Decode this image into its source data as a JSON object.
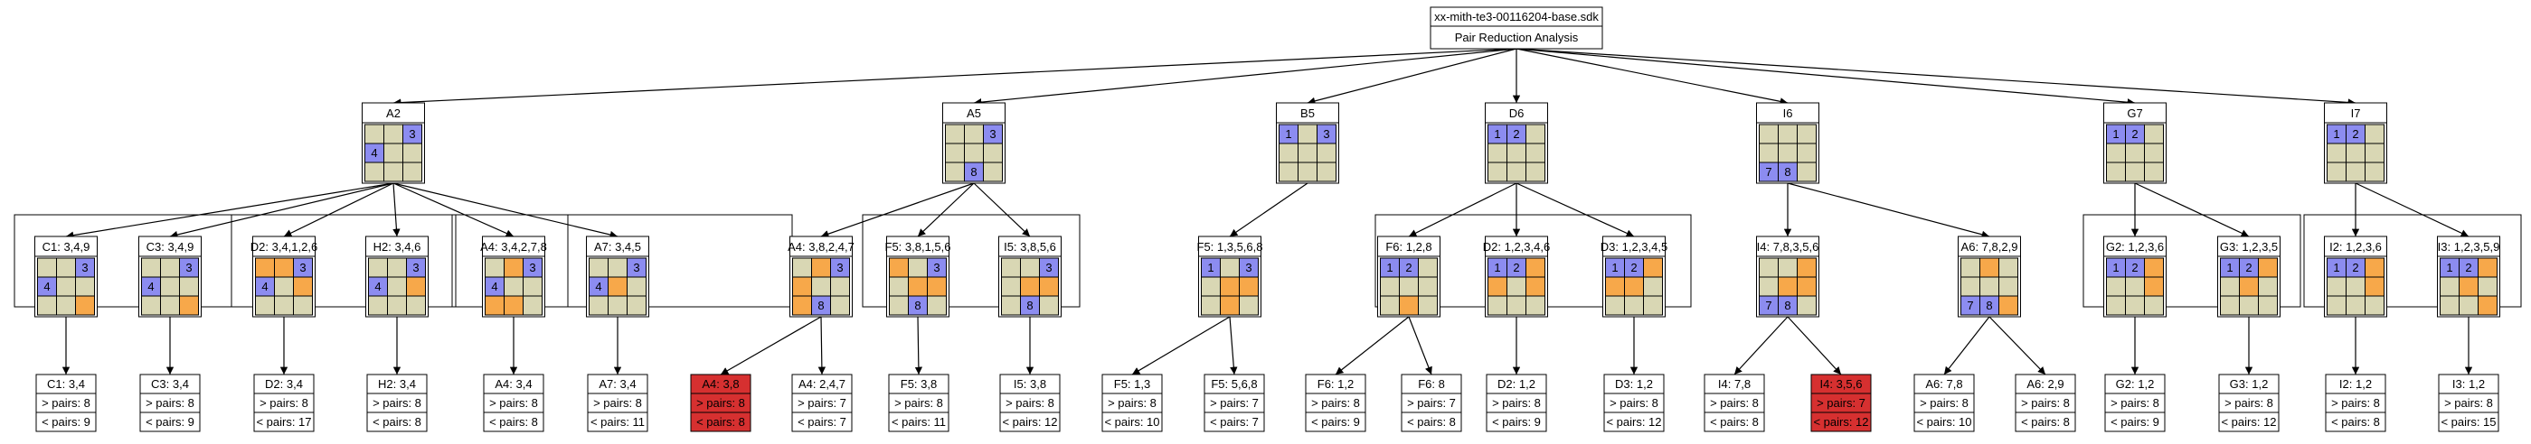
{
  "colors": {
    "tan": "#d9d7b4",
    "blue": "#8c8cf0",
    "orange": "#f7a84a",
    "red": "#d63030",
    "line": "#000000",
    "cluster": "#000000"
  },
  "root": {
    "title": "xx-mith-te3-00116204-base.sdk",
    "subtitle": "Pair Reduction Analysis"
  },
  "level1": [
    {
      "id": "A2",
      "label": "A2",
      "grid": [
        "t",
        "t",
        "b3",
        "b4",
        "t",
        "t",
        "t",
        "t",
        "t"
      ]
    },
    {
      "id": "A5",
      "label": "A5",
      "grid": [
        "t",
        "t",
        "b3",
        "t",
        "t",
        "t",
        "t",
        "b8",
        "t"
      ]
    },
    {
      "id": "B5",
      "label": "B5",
      "grid": [
        "b1",
        "t",
        "b3",
        "t",
        "t",
        "t",
        "t",
        "t",
        "t"
      ]
    },
    {
      "id": "D6",
      "label": "D6",
      "grid": [
        "b1",
        "b2",
        "t",
        "t",
        "t",
        "t",
        "t",
        "t",
        "t"
      ]
    },
    {
      "id": "I6",
      "label": "I6",
      "grid": [
        "t",
        "t",
        "t",
        "t",
        "t",
        "t",
        "b7",
        "b8",
        "t"
      ]
    },
    {
      "id": "G7",
      "label": "G7",
      "grid": [
        "b1",
        "b2",
        "t",
        "t",
        "t",
        "t",
        "t",
        "t",
        "t"
      ]
    },
    {
      "id": "I7",
      "label": "I7",
      "grid": [
        "b1",
        "b2",
        "t",
        "t",
        "t",
        "t",
        "t",
        "t",
        "t"
      ]
    }
  ],
  "level2": [
    {
      "id": "C1",
      "parent": "A2",
      "label": "C1: 3,4,9",
      "grid": [
        "t",
        "t",
        "b3",
        "b4",
        "t",
        "t",
        "t",
        "t",
        "o"
      ]
    },
    {
      "id": "C3",
      "parent": "A2",
      "label": "C3: 3,4,9",
      "grid": [
        "t",
        "t",
        "b3",
        "b4",
        "t",
        "t",
        "t",
        "t",
        "o"
      ]
    },
    {
      "id": "D2a",
      "parent": "A2",
      "label": "D2: 3,4,1,2,6",
      "grid": [
        "o",
        "o",
        "b3",
        "b4",
        "t",
        "o",
        "t",
        "t",
        "t"
      ]
    },
    {
      "id": "H2",
      "parent": "A2",
      "label": "H2: 3,4,6",
      "grid": [
        "t",
        "t",
        "b3",
        "b4",
        "t",
        "o",
        "t",
        "t",
        "t"
      ]
    },
    {
      "id": "A4a",
      "parent": "A2",
      "label": "A4: 3,4,2,7,8",
      "grid": [
        "t",
        "o",
        "b3",
        "b4",
        "t",
        "t",
        "o",
        "o",
        "t"
      ]
    },
    {
      "id": "A7",
      "parent": "A2",
      "label": "A7: 3,4,5",
      "grid": [
        "t",
        "t",
        "b3",
        "b4",
        "o",
        "t",
        "t",
        "t",
        "t"
      ]
    },
    {
      "id": "A4b",
      "parent": "A5",
      "label": "A4: 3,8,2,4,7",
      "grid": [
        "t",
        "o",
        "b3",
        "o",
        "t",
        "t",
        "o",
        "b8",
        "t"
      ]
    },
    {
      "id": "F5a",
      "parent": "A5",
      "label": "F5: 3,8,1,5,6",
      "grid": [
        "o",
        "t",
        "b3",
        "t",
        "o",
        "o",
        "t",
        "b8",
        "t"
      ]
    },
    {
      "id": "I5",
      "parent": "A5",
      "label": "I5: 3,8,5,6",
      "grid": [
        "t",
        "t",
        "b3",
        "t",
        "o",
        "o",
        "t",
        "b8",
        "t"
      ]
    },
    {
      "id": "F5b",
      "parent": "B5",
      "label": "F5: 1,3,5,6,8",
      "grid": [
        "b1",
        "t",
        "b3",
        "t",
        "o",
        "o",
        "t",
        "o",
        "t"
      ]
    },
    {
      "id": "F6",
      "parent": "D6",
      "label": "F6: 1,2,8",
      "grid": [
        "b1",
        "b2",
        "t",
        "t",
        "t",
        "t",
        "t",
        "o",
        "t"
      ]
    },
    {
      "id": "D2b",
      "parent": "D6",
      "label": "D2: 1,2,3,4,6",
      "grid": [
        "b1",
        "b2",
        "o",
        "o",
        "t",
        "o",
        "t",
        "t",
        "t"
      ]
    },
    {
      "id": "D3",
      "parent": "D6",
      "label": "D3: 1,2,3,4,5",
      "grid": [
        "b1",
        "b2",
        "o",
        "o",
        "o",
        "t",
        "t",
        "t",
        "t"
      ]
    },
    {
      "id": "I4",
      "parent": "I6",
      "label": "I4: 7,8,3,5,6",
      "grid": [
        "t",
        "t",
        "o",
        "t",
        "o",
        "o",
        "b7",
        "b8",
        "t"
      ]
    },
    {
      "id": "A6",
      "parent": "I6",
      "label": "A6: 7,8,2,9",
      "grid": [
        "t",
        "o",
        "t",
        "t",
        "t",
        "t",
        "b7",
        "b8",
        "o"
      ]
    },
    {
      "id": "G2",
      "parent": "G7",
      "label": "G2: 1,2,3,6",
      "grid": [
        "b1",
        "b2",
        "o",
        "t",
        "t",
        "o",
        "t",
        "t",
        "t"
      ]
    },
    {
      "id": "G3",
      "parent": "G7",
      "label": "G3: 1,2,3,5",
      "grid": [
        "b1",
        "b2",
        "o",
        "t",
        "o",
        "t",
        "t",
        "t",
        "t"
      ]
    },
    {
      "id": "I2",
      "parent": "I7",
      "label": "I2: 1,2,3,6",
      "grid": [
        "b1",
        "b2",
        "o",
        "t",
        "t",
        "o",
        "t",
        "t",
        "t"
      ]
    },
    {
      "id": "I3",
      "parent": "I7",
      "label": "I3: 1,2,3,5,9",
      "grid": [
        "b1",
        "b2",
        "o",
        "t",
        "o",
        "t",
        "t",
        "t",
        "o"
      ]
    }
  ],
  "leaves": [
    {
      "parent": "C1",
      "title": "C1: 3,4",
      "gt": "> pairs: 8",
      "lt": "< pairs: 9",
      "red": false
    },
    {
      "parent": "C3",
      "title": "C3: 3,4",
      "gt": "> pairs: 8",
      "lt": "< pairs: 9",
      "red": false
    },
    {
      "parent": "D2a",
      "title": "D2: 3,4",
      "gt": "> pairs: 8",
      "lt": "< pairs: 17",
      "red": false
    },
    {
      "parent": "H2",
      "title": "H2: 3,4",
      "gt": "> pairs: 8",
      "lt": "< pairs: 8",
      "red": false
    },
    {
      "parent": "A4a",
      "title": "A4: 3,4",
      "gt": "> pairs: 8",
      "lt": "< pairs: 8",
      "red": false
    },
    {
      "parent": "A7",
      "title": "A7: 3,4",
      "gt": "> pairs: 8",
      "lt": "< pairs: 11",
      "red": false
    },
    {
      "parent": "A4b",
      "title": "A4: 3,8",
      "gt": "> pairs: 8",
      "lt": "< pairs: 8",
      "red": true
    },
    {
      "parent": "A4b",
      "title": "A4: 2,4,7",
      "gt": "> pairs: 7",
      "lt": "< pairs: 7",
      "red": false
    },
    {
      "parent": "F5a",
      "title": "F5: 3,8",
      "gt": "> pairs: 8",
      "lt": "< pairs: 11",
      "red": false
    },
    {
      "parent": "I5",
      "title": "I5: 3,8",
      "gt": "> pairs: 8",
      "lt": "< pairs: 12",
      "red": false
    },
    {
      "parent": "F5b",
      "title": "F5: 1,3",
      "gt": "> pairs: 8",
      "lt": "< pairs: 10",
      "red": false
    },
    {
      "parent": "F5b",
      "title": "F5: 5,6,8",
      "gt": "> pairs: 7",
      "lt": "< pairs: 7",
      "red": false
    },
    {
      "parent": "F6",
      "title": "F6: 1,2",
      "gt": "> pairs: 8",
      "lt": "< pairs: 9",
      "red": false
    },
    {
      "parent": "F6",
      "title": "F6: 8",
      "gt": "> pairs: 7",
      "lt": "< pairs: 8",
      "red": false
    },
    {
      "parent": "D2b",
      "title": "D2: 1,2",
      "gt": "> pairs: 8",
      "lt": "< pairs: 9",
      "red": false
    },
    {
      "parent": "D3",
      "title": "D3: 1,2",
      "gt": "> pairs: 8",
      "lt": "< pairs: 12",
      "red": false
    },
    {
      "parent": "I4",
      "title": "I4: 7,8",
      "gt": "> pairs: 8",
      "lt": "< pairs: 8",
      "red": false
    },
    {
      "parent": "I4",
      "title": "I4: 3,5,6",
      "gt": "> pairs: 7",
      "lt": "< pairs: 12",
      "red": true
    },
    {
      "parent": "A6",
      "title": "A6: 7,8",
      "gt": "> pairs: 8",
      "lt": "< pairs: 10",
      "red": false
    },
    {
      "parent": "A6",
      "title": "A6: 2,9",
      "gt": "> pairs: 8",
      "lt": "< pairs: 8",
      "red": false
    },
    {
      "parent": "G2",
      "title": "G2: 1,2",
      "gt": "> pairs: 8",
      "lt": "< pairs: 9",
      "red": false
    },
    {
      "parent": "G3",
      "title": "G3: 1,2",
      "gt": "> pairs: 8",
      "lt": "< pairs: 12",
      "red": false
    },
    {
      "parent": "I2",
      "title": "I2: 1,2",
      "gt": "> pairs: 8",
      "lt": "< pairs: 8",
      "red": false
    },
    {
      "parent": "I3",
      "title": "I3: 1,2",
      "gt": "> pairs: 8",
      "lt": "< pairs: 15",
      "red": false
    }
  ]
}
